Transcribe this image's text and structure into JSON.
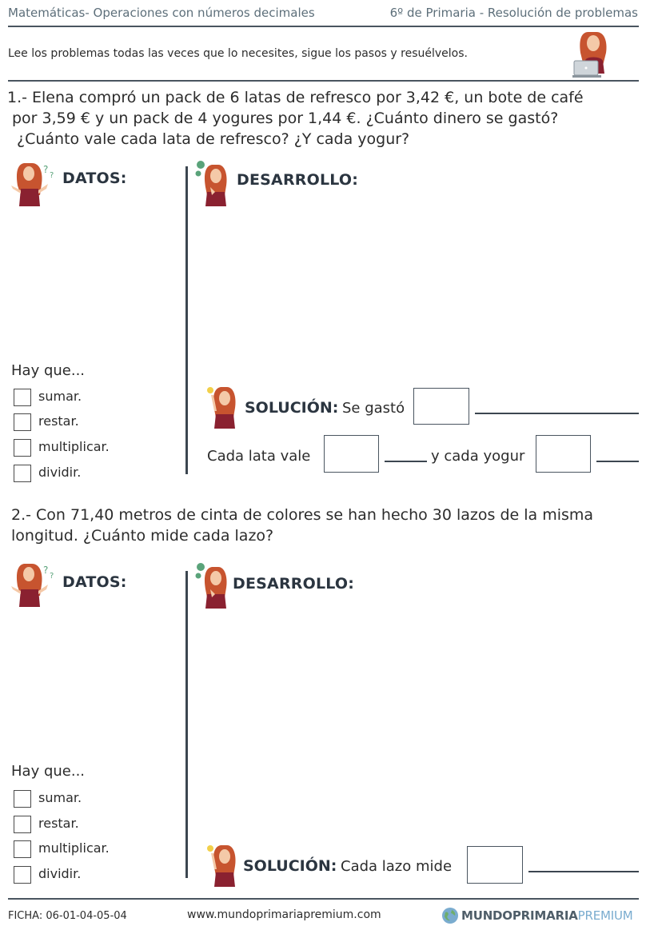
{
  "header": {
    "left": "Matemáticas- Operaciones con números decimales",
    "right": "6º de Primaria - Resolución de problemas"
  },
  "intro": "Lee los problemas todas las veces que lo necesites, sigue los pasos y resuélvelos.",
  "problem1": {
    "line1": "1.- Elena compró un pack de 6 latas de refresco por 3,42 €, un bote de café",
    "line2": "por 3,59 € y un pack de 4 yogures por 1,44 €. ¿Cuánto dinero se gastó?",
    "line3": "¿Cuánto vale cada lata de refresco? ¿Y cada yogur?",
    "datos_label": "DATOS:",
    "desarrollo_label": "DESARROLLO:",
    "hay_que": "Hay que...",
    "options": [
      "sumar.",
      "restar.",
      "multiplicar.",
      "dividir."
    ],
    "solucion_label": "SOLUCIÓN:",
    "sol_text1": "Se gastó",
    "sol_text2": "Cada lata vale",
    "sol_text3": "y cada yogur"
  },
  "problem2": {
    "line1": "2.- Con 71,40 metros de cinta de colores se han hecho 30 lazos de la misma",
    "line2": "longitud. ¿Cuánto mide cada lazo?",
    "datos_label": "DATOS:",
    "desarrollo_label": "DESARROLLO:",
    "hay_que": "Hay que...",
    "options": [
      "sumar.",
      "restar.",
      "multiplicar.",
      "dividir."
    ],
    "solucion_label": "SOLUCIÓN:",
    "sol_text1": "Cada lazo mide"
  },
  "footer": {
    "ficha": "FICHA:  06-01-04-05-04",
    "url": "www.mundoprimariapremium.com",
    "brand_bold": "MUNDOPRIMARIA",
    "brand_light": "PREMIUM"
  },
  "colors": {
    "header_text": "#5d6f7a",
    "rule": "#4a5560",
    "hair": "#c7542f",
    "shirt": "#8a2130",
    "brand_light": "#7aaccf"
  }
}
